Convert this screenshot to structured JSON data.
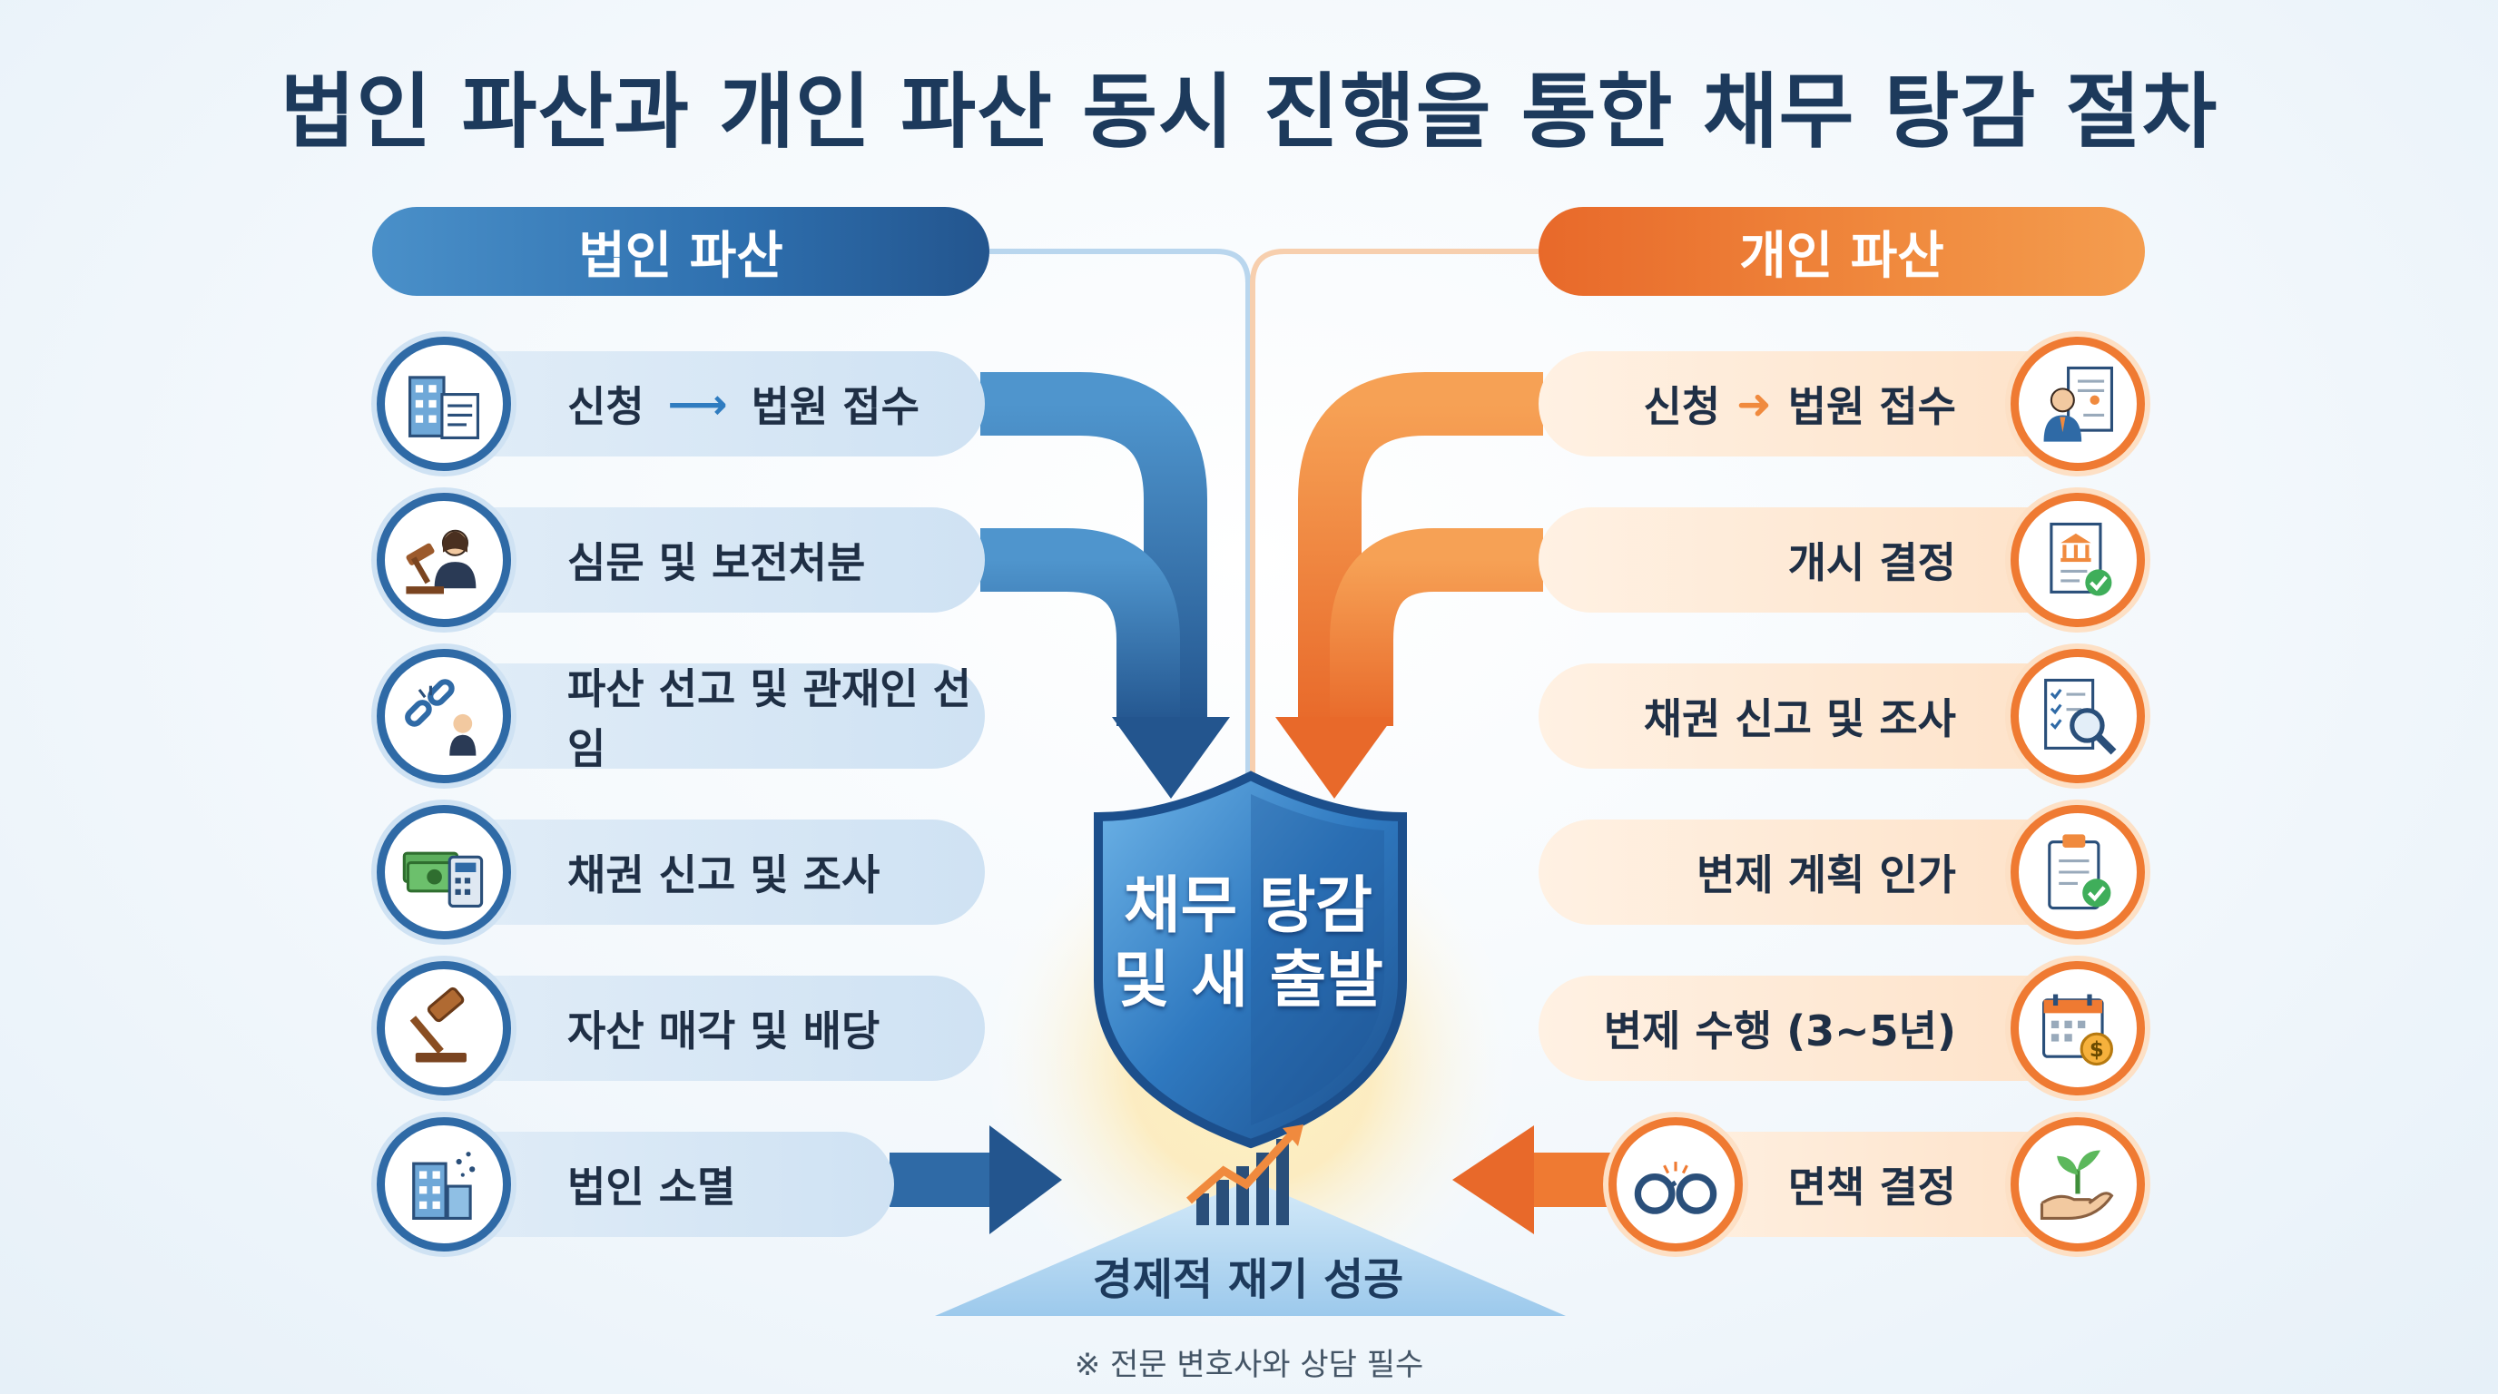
{
  "title": "법인 파산과 개인 파산 동시 진행을 통한 채무 탕감 절차",
  "corporate": {
    "header": "법인 파산",
    "steps": [
      {
        "label_a": "신청",
        "label_b": "법원 접수",
        "icon": "building-document-icon"
      },
      {
        "label": "심문 및 보전처분",
        "icon": "judge-gavel-icon"
      },
      {
        "label": "파산 선고 및 관재인 선임",
        "icon": "broken-chain-person-icon"
      },
      {
        "label": "채권 신고 및 조사",
        "icon": "money-calculator-icon"
      },
      {
        "label": "자산 매각 및 배당",
        "icon": "gavel-icon"
      },
      {
        "label": "법인 소멸",
        "icon": "dissolving-building-icon"
      }
    ]
  },
  "personal": {
    "header": "개인 파산",
    "steps": [
      {
        "label_a": "신청",
        "label_b": "법원 접수",
        "icon": "person-document-icon"
      },
      {
        "label": "개시 결정",
        "icon": "court-document-check-icon"
      },
      {
        "label": "채권 신고 및 조사",
        "icon": "checklist-magnifier-icon"
      },
      {
        "label": "변제 계획 인가",
        "icon": "clipboard-check-icon"
      },
      {
        "label": "변제 수행 (3~5년)",
        "icon": "calendar-dollar-icon"
      },
      {
        "label": "면책 결정",
        "icon": "plant-hand-icon",
        "extra_icon": "broken-handcuffs-icon"
      }
    ]
  },
  "center": {
    "shield_line1": "채무 탕감",
    "shield_line2": "및 새 출발",
    "success": "경제적 재기 성공",
    "shield_icon": "shield-icon",
    "growth_icon": "growth-chart-icon"
  },
  "footnote": "※ 전문 변호사와 상담 필수",
  "colors": {
    "corporate": "#2f6aa6",
    "personal": "#ef7a32",
    "title": "#1d3a5c"
  }
}
